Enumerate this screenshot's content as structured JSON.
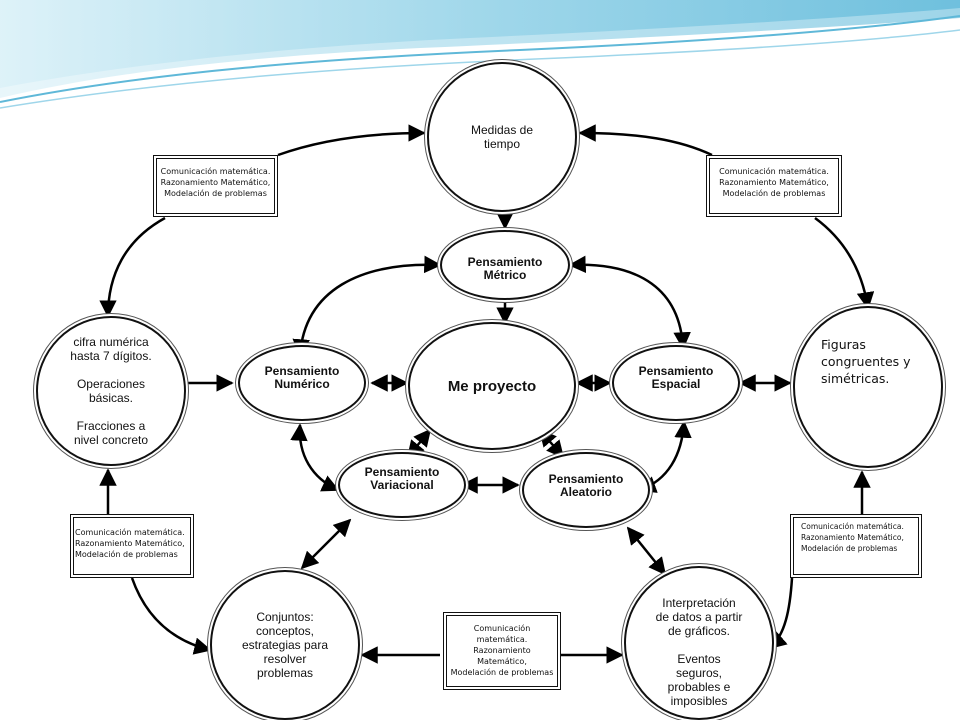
{
  "slide": {
    "accent_colors": [
      "#9fd6ea",
      "#5fb8d8",
      "#c9eaf4"
    ]
  },
  "nodes": {
    "medidas": "Medidas de\ntiempo",
    "metrico": "Pensamiento\nMétrico",
    "numerico": "Pensamiento\nNumérico",
    "centro": "Me proyecto",
    "espacial": "Pensamiento\nEspacial",
    "variacional": "Pensamiento\nVariacional",
    "aleatorio": "Pensamiento\nAleatorio",
    "cifra": "cifra numérica\nhasta 7 dígitos.\n\nOperaciones\nbásicas.\n\nFracciones a\nnivel concreto",
    "figuras": "Figuras\ncongruentes y\nsimétricas.",
    "conjuntos": "Conjuntos:\nconceptos,\nestrategias para\nresolver\nproblemas",
    "interpretacion": "Interpretación\nde datos a partir\nde gráficos.\n\nEventos\nseguros,\nprobables e\nimposibles"
  },
  "skill_boxes": {
    "top_left": "Comunicación matemática.\nRazonamiento Matemático,\nModelación de problemas",
    "top_right": "Comunicación matemática.\nRazonamiento Matemático,\nModelación de problemas",
    "mid_left": "Comunicación matemática.\nRazonamiento Matemático,\nModelación de problemas",
    "mid_right": "Comunicación matemática.\nRazonamiento Matemático,\nModelación de problemas",
    "bottom": "Comunicación matemática.\nRazonamiento Matemático,\nModelación de problemas"
  }
}
